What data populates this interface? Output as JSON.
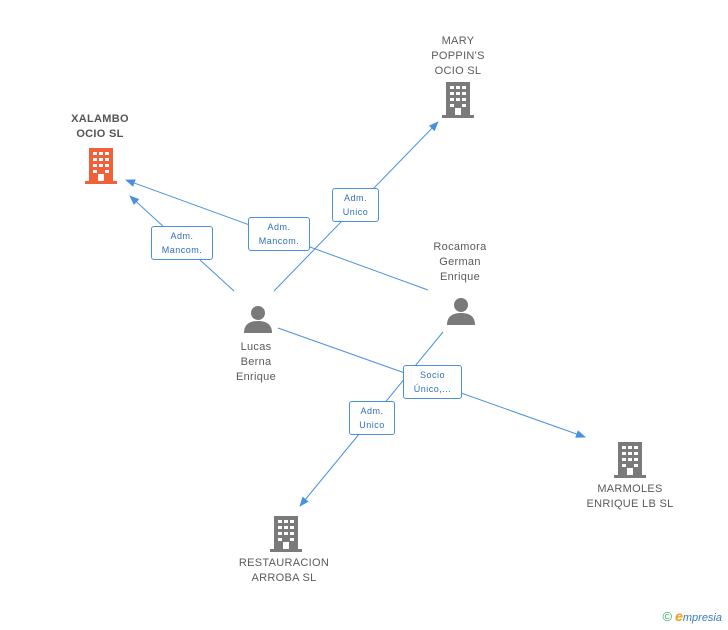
{
  "colors": {
    "edge": "#4a90e2",
    "company": "#7a7a7a",
    "company_highlight": "#f0613a",
    "person": "#7a7a7a"
  },
  "nodes": {
    "xalambo": {
      "label": "XALAMBO\nOCIO SL",
      "kind": "company",
      "highlight": true
    },
    "mary": {
      "label": "MARY\nPOPPIN'S\nOCIO SL",
      "kind": "company"
    },
    "rocamora": {
      "label": "Rocamora\nGerman\nEnrique",
      "kind": "person"
    },
    "lucas": {
      "label": "Lucas\nBerna\nEnrique",
      "kind": "person"
    },
    "marmoles": {
      "label": "MARMOLES\nENRIQUE LB  SL",
      "kind": "company"
    },
    "restauracion": {
      "label": "RESTAURACION\nARROBA SL",
      "kind": "company"
    }
  },
  "edges": [
    {
      "from": "lucas",
      "to": "xalambo",
      "label": "Adm.\nMancom."
    },
    {
      "from": "rocamora",
      "to": "xalambo",
      "label": "Adm.\nMancom."
    },
    {
      "from": "lucas",
      "to": "mary",
      "label": "Adm.\nUnico"
    },
    {
      "from": "lucas",
      "to": "marmoles",
      "label": "Socio\nÚnico,..."
    },
    {
      "from": "rocamora",
      "to": "restauracion",
      "label": "Adm.\nUnico"
    }
  ],
  "brand": {
    "copyright": "©",
    "initial": "e",
    "name": "mpresia"
  }
}
